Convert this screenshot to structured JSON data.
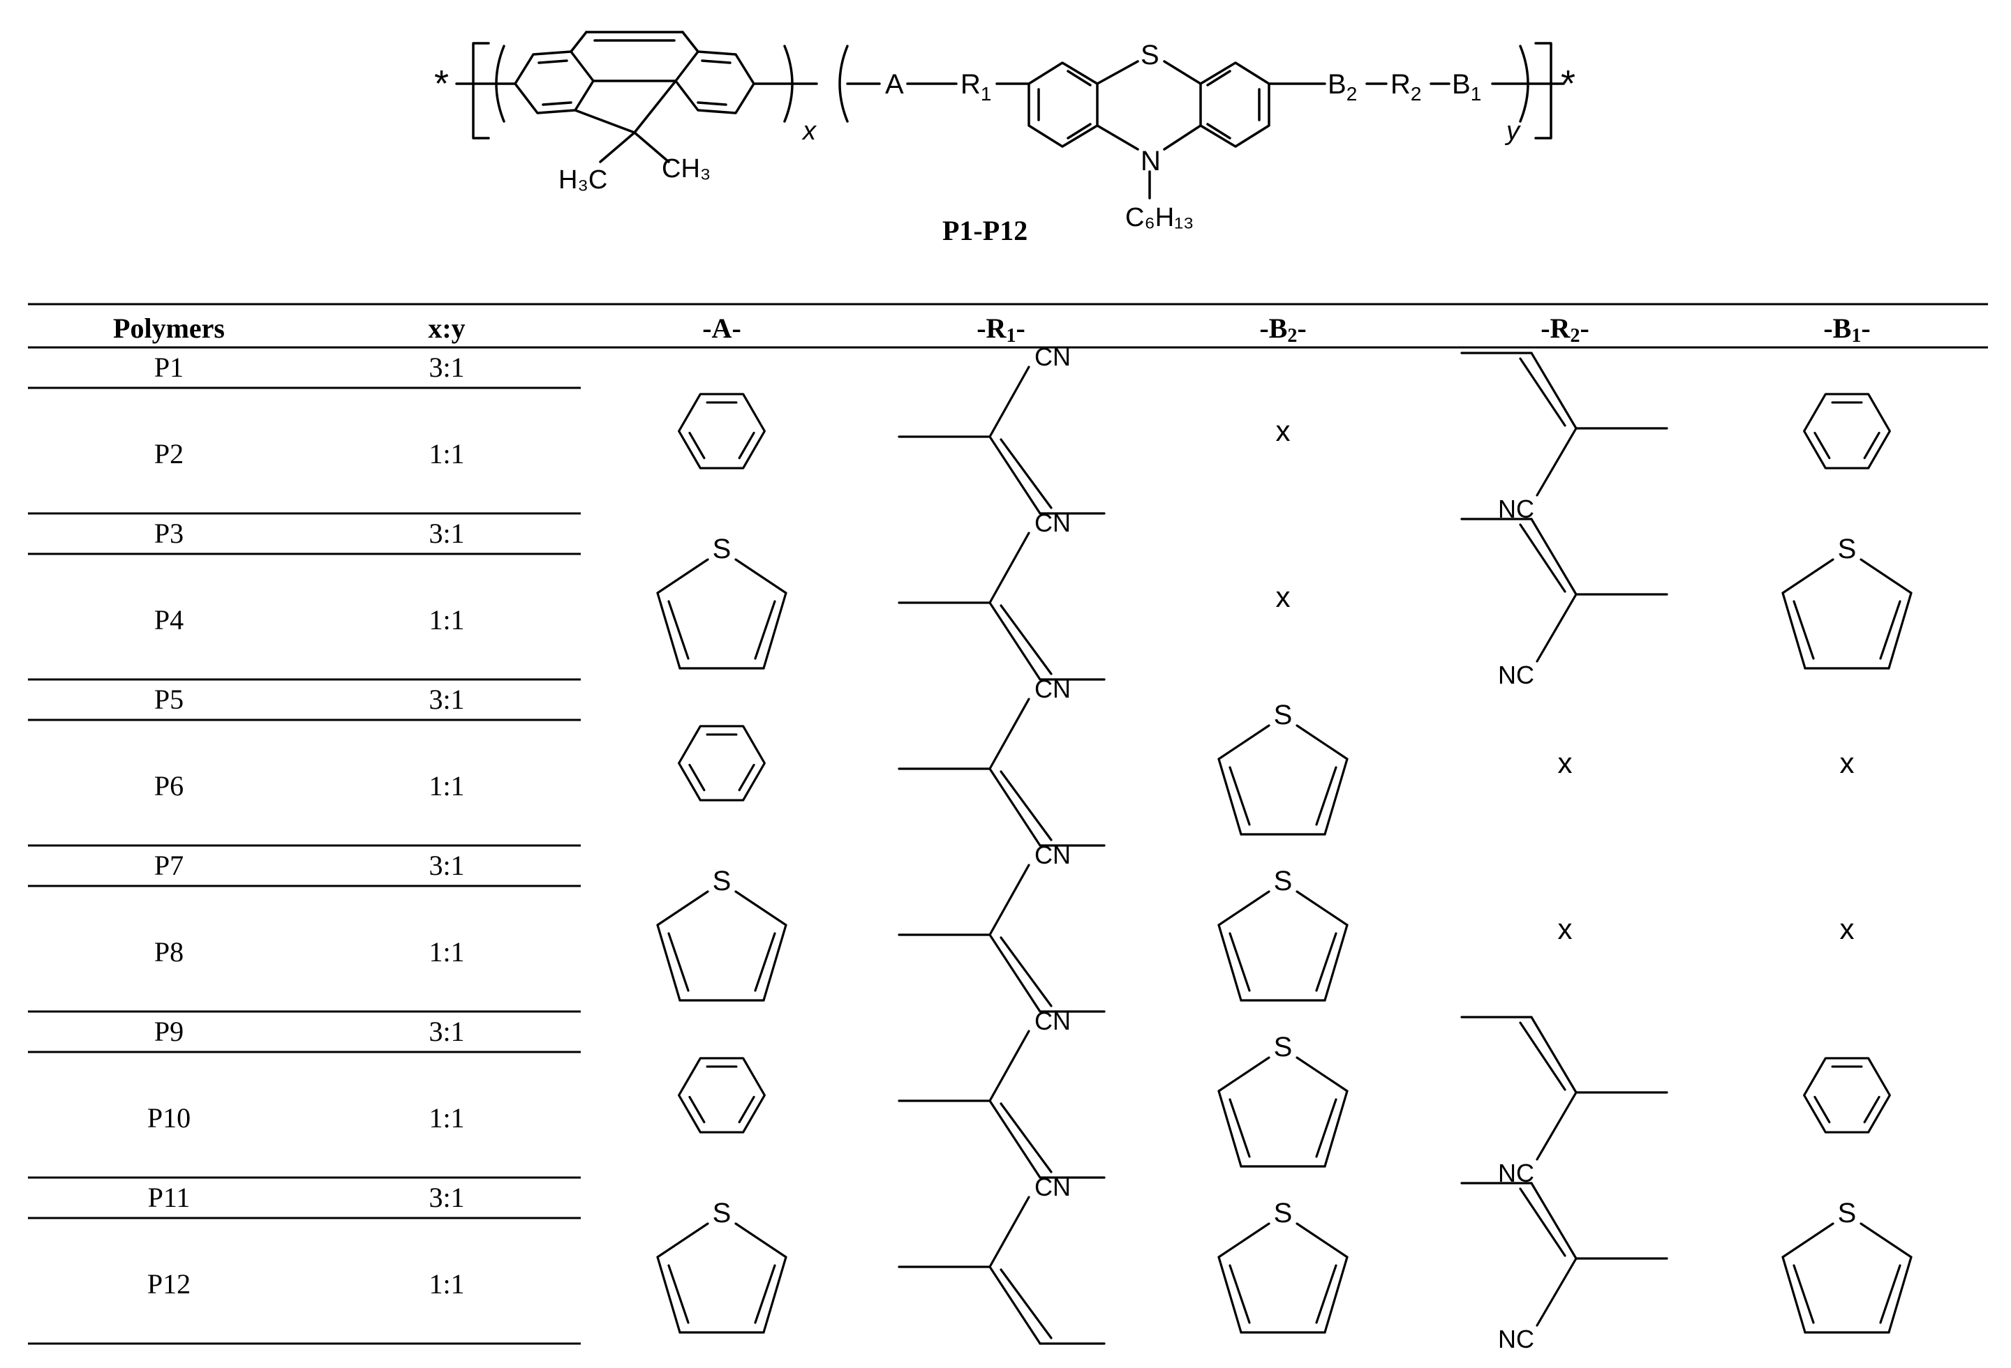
{
  "scheme": {
    "star": "*",
    "A": "A",
    "R": "R",
    "B": "B",
    "sub1": "1",
    "sub2": "2",
    "S": "S",
    "N": "N",
    "x": "x",
    "y": "y",
    "H3C": "H₃C",
    "CH3": "CH₃",
    "C6H13": "C₆H₁₃",
    "label": "P1-P12"
  },
  "table": {
    "headers": {
      "polymers": "Polymers",
      "ratio": "x:y",
      "A": "-A-",
      "R1": "-R1-",
      "B2": "-B2-",
      "R2": "-R2-",
      "B1": "-B1-"
    },
    "rows": [
      {
        "name": "P1",
        "ratio": "3:1"
      },
      {
        "name": "P2",
        "ratio": "1:1"
      },
      {
        "name": "P3",
        "ratio": "3:1"
      },
      {
        "name": "P4",
        "ratio": "1:1"
      },
      {
        "name": "P5",
        "ratio": "3:1"
      },
      {
        "name": "P6",
        "ratio": "1:1"
      },
      {
        "name": "P7",
        "ratio": "3:1"
      },
      {
        "name": "P8",
        "ratio": "1:1"
      },
      {
        "name": "P9",
        "ratio": "3:1"
      },
      {
        "name": "P10",
        "ratio": "1:1"
      },
      {
        "name": "P11",
        "ratio": "3:1"
      },
      {
        "name": "P12",
        "ratio": "1:1"
      }
    ],
    "groups": [
      {
        "A": "benzene",
        "R1": "cyanovinylene",
        "B2": "x",
        "R2": "cyanovinylene",
        "B1": "benzene"
      },
      {
        "A": "thiophene",
        "R1": "cyanovinylene",
        "B2": "x",
        "R2": "cyanovinylene",
        "B1": "thiophene"
      },
      {
        "A": "benzene",
        "R1": "cyanovinylene",
        "B2": "thiophene",
        "R2": "x",
        "B1": "x"
      },
      {
        "A": "thiophene",
        "R1": "cyanovinylene",
        "B2": "thiophene",
        "R2": "x",
        "B1": "x"
      },
      {
        "A": "benzene",
        "R1": "cyanovinylene",
        "B2": "thiophene",
        "R2": "cyanovinylene",
        "B1": "benzene"
      },
      {
        "A": "thiophene",
        "R1": "cyanovinylene",
        "B2": "thiophene",
        "R2": "cyanovinylene",
        "B1": "thiophene"
      }
    ],
    "labels": {
      "CN": "CN",
      "NC": "NC",
      "S": "S",
      "none": "x"
    }
  }
}
